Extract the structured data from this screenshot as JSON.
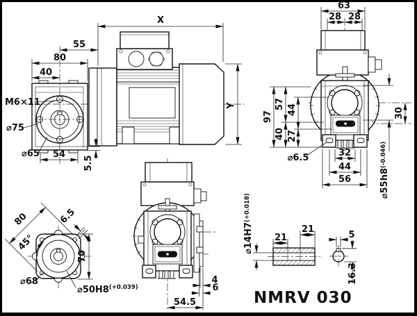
{
  "colors": {
    "ink": "#111111",
    "paper": "#ffffff"
  },
  "title": "NMRV 030",
  "views": {
    "side": {
      "dims": {
        "x": "X",
        "y": "Y",
        "w55": "55",
        "w80": "80",
        "w40": "40",
        "thread": "M6×11",
        "d75": "⌀75",
        "d65": "⌀65",
        "w54": "54",
        "h5_5": "5.5"
      }
    },
    "front": {
      "dims": {
        "w63": "63",
        "w28a": "28",
        "w28b": "28",
        "h97": "97",
        "h57": "57",
        "h44": "44",
        "h40": "40",
        "h27": "27",
        "h30": "30",
        "d6_5": "⌀6.5",
        "w32": "32",
        "w44": "44",
        "w56": "56",
        "d55": "⌀55h8",
        "d55_tol": "(-0.046)"
      }
    },
    "flange": {
      "dims": {
        "diag80": "80",
        "slot6_5": "6.5",
        "angle45": "45°",
        "h70": "70",
        "d68": "⌀68",
        "d50": "⌀50H8",
        "d50_tol": "(+0.039)"
      }
    },
    "back": {
      "dims": {
        "w4": "4",
        "w6": "6",
        "w54_5": "54.5"
      }
    },
    "shaft": {
      "dims": {
        "d14": "⌀14H7",
        "d14_tol": "(+0.018)",
        "l21a": "21",
        "l21b": "21",
        "key5": "5",
        "key16_3": "16.3"
      }
    }
  }
}
